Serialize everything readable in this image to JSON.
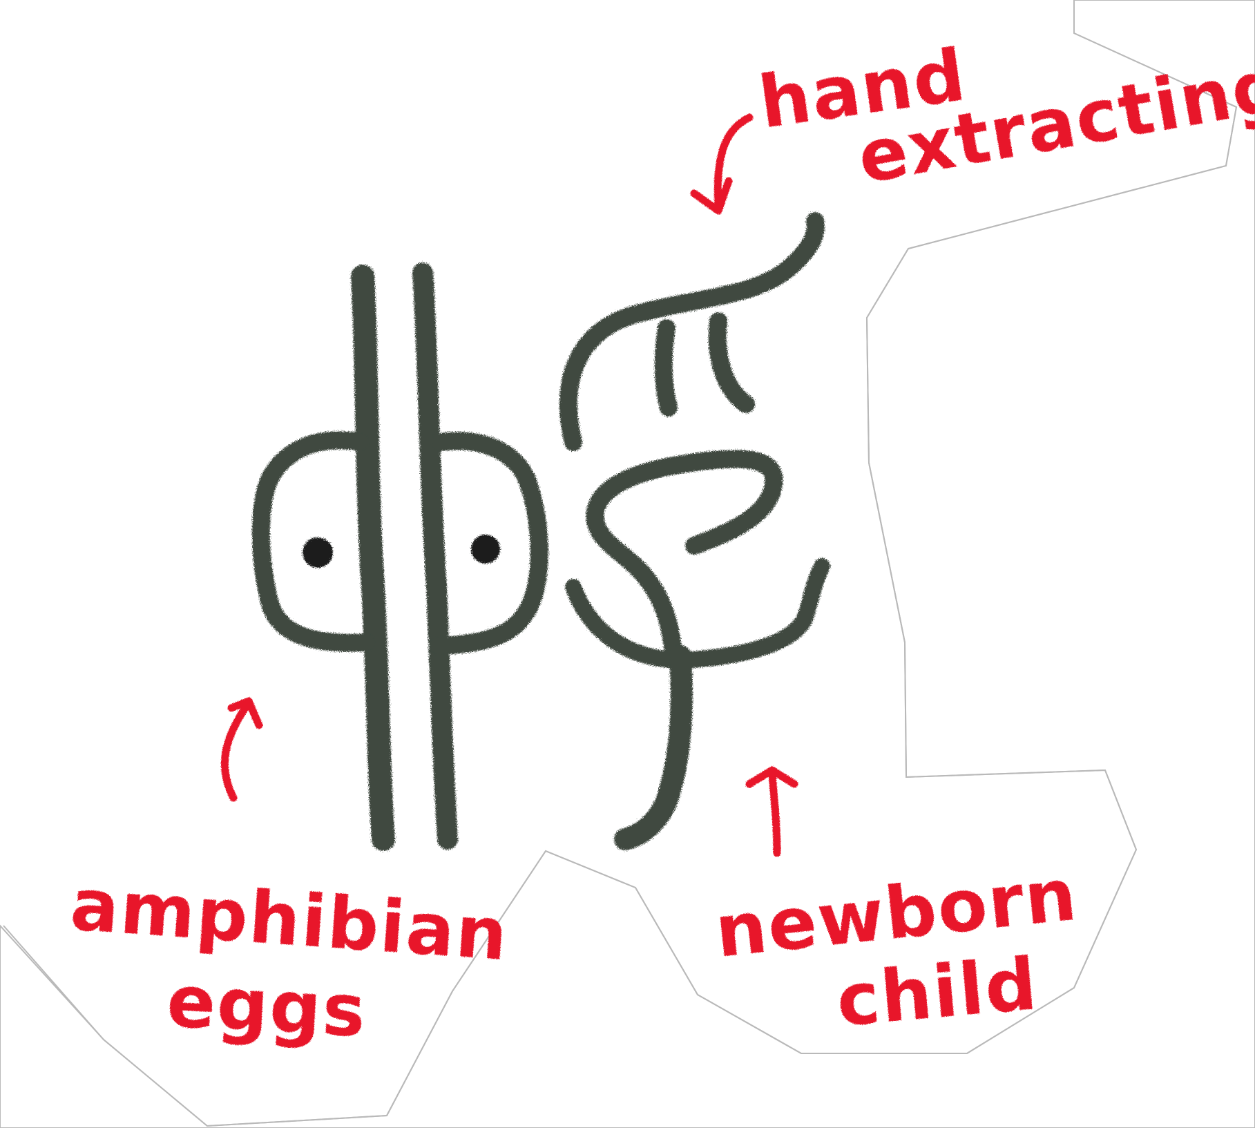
{
  "labels": {
    "hand": "hand",
    "extracting": "extracting",
    "amphibian": "amphibian",
    "eggs": "eggs",
    "newborn": "newborn",
    "child": "child"
  },
  "colors": {
    "annotation": "#e8182c",
    "crayon": "#3f4a40",
    "paper_edge": "#b9b9b9",
    "background": "#ffffff"
  }
}
